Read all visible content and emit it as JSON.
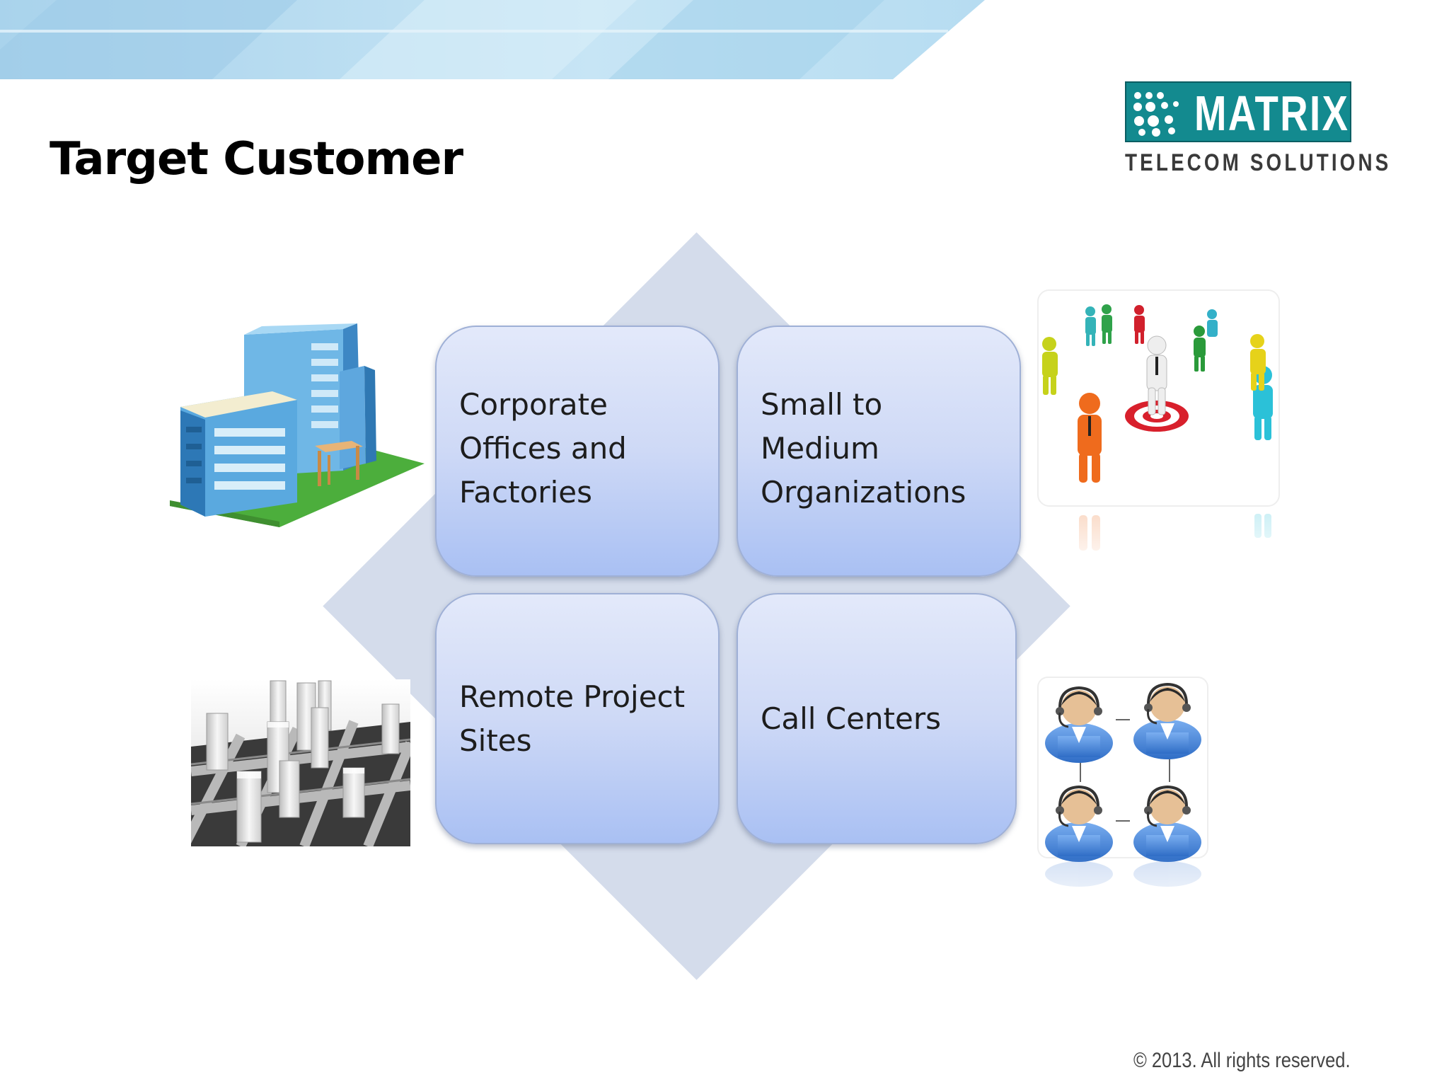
{
  "slide": {
    "title": "Target Customer",
    "footer": "© 2013. All rights reserved."
  },
  "logo": {
    "wordmark": "MATRIX",
    "tagline": "TELECOM SOLUTIONS",
    "brand_color": "#138a8f"
  },
  "diagram": {
    "quadrants": [
      {
        "label": "Corporate\nOffices and\nFactories",
        "icon": "office-building-icon"
      },
      {
        "label": "Small to\nMedium\nOrganizations",
        "icon": "people-target-icon"
      },
      {
        "label": "Remote Project\nSites",
        "icon": "city-grid-icon"
      },
      {
        "label": "Call Centers",
        "icon": "call-center-agents-icon"
      }
    ],
    "colors": {
      "diamond": "#d4dceb",
      "box_top": "#e3e9fa",
      "box_bottom": "#a9c0f3"
    }
  }
}
